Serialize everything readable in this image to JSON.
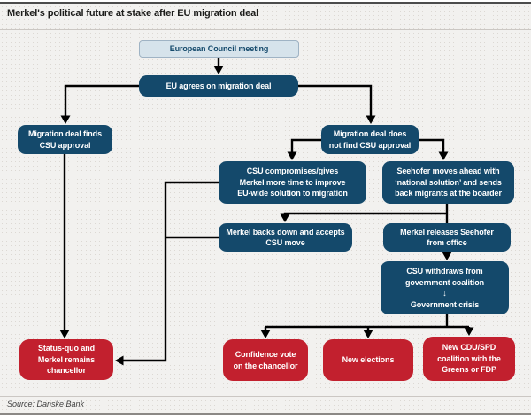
{
  "header": {
    "title": "Merkel's political future at stake after EU migration deal"
  },
  "footer": {
    "source": "Source: Danske Bank"
  },
  "colors": {
    "navy": "#14496b",
    "red": "#c2202e",
    "light-blue": "#d6e3eb",
    "light-blue-border": "#9fb3c4",
    "connector": "#000000",
    "chart-bg": "#f2f1ef"
  },
  "flowchart": {
    "nodes": {
      "council": "European Council meeting",
      "eu_agrees": "EU agrees on migration deal",
      "deal_finds": [
        "Migration deal finds",
        "CSU approval"
      ],
      "deal_not_found": [
        "Migration deal does",
        "not find CSU approval"
      ],
      "csu_compromises": [
        "CSU compromises/gives",
        "Merkel more time to improve",
        "EU-wide solution to migration"
      ],
      "seehofer_national": [
        "Seehofer moves ahead with",
        "‘national solution’ and sends",
        "back migrants at the boarder"
      ],
      "merkel_backs_down": [
        "Merkel backs down and accepts",
        "CSU move"
      ],
      "merkel_releases": [
        "Merkel releases Seehofer",
        "from office"
      ],
      "csu_withdraws": [
        "CSU withdraws from",
        "government coalition",
        "↓",
        "Government crisis"
      ],
      "status_quo": [
        "Status-quo and",
        "Merkel remains",
        "chancellor"
      ],
      "confidence_vote": [
        "Confidence vote",
        "on the chancellor"
      ],
      "new_elections": "New elections",
      "new_coalition": [
        "New CDU/SPD",
        "coalition with the",
        "Greens or FDP"
      ]
    },
    "edges": [
      [
        "council",
        "eu_agrees"
      ],
      [
        "eu_agrees",
        "deal_finds"
      ],
      [
        "eu_agrees",
        "deal_not_found"
      ],
      [
        "deal_not_found",
        "csu_compromises"
      ],
      [
        "deal_not_found",
        "seehofer_national"
      ],
      [
        "seehofer_national",
        "merkel_backs_down"
      ],
      [
        "seehofer_national",
        "merkel_releases"
      ],
      [
        "merkel_releases",
        "csu_withdraws"
      ],
      [
        "csu_withdraws",
        "confidence_vote"
      ],
      [
        "csu_withdraws",
        "new_elections"
      ],
      [
        "csu_withdraws",
        "new_coalition"
      ],
      [
        "deal_finds",
        "status_quo"
      ],
      [
        "csu_compromises",
        "status_quo"
      ],
      [
        "merkel_backs_down",
        "status_quo"
      ]
    ]
  }
}
